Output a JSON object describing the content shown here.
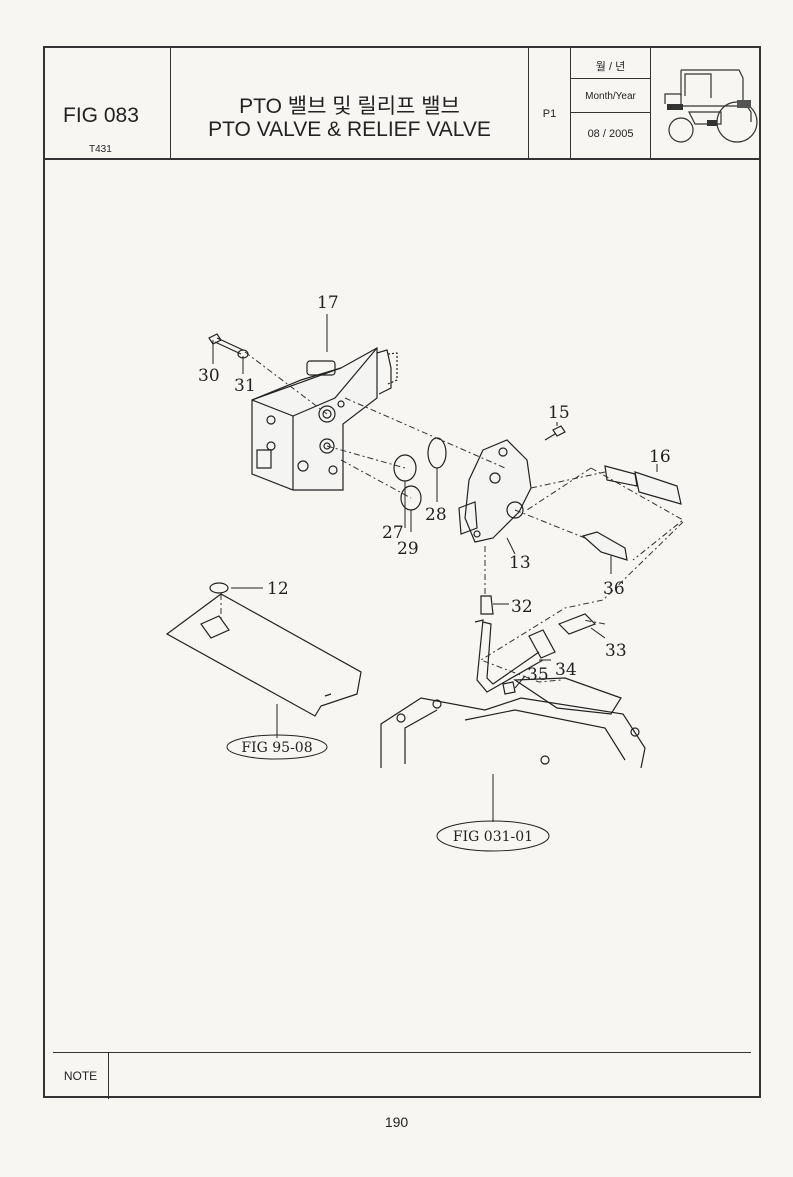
{
  "header": {
    "fig_number": "FIG 083",
    "model": "T431",
    "title_kr": "PTO 밸브 및 릴리프 밸브",
    "title_en": "PTO VALVE & RELIEF VALVE",
    "page": "P1",
    "date_label_kr": "월 / 년",
    "date_label_en": "Month/Year",
    "date_value": "08 / 2005"
  },
  "diagram": {
    "callouts": {
      "c17": "17",
      "c30": "30",
      "c31": "31",
      "c15": "15",
      "c16": "16",
      "c28": "28",
      "c27": "27",
      "c29": "29",
      "c13": "13",
      "c36": "36",
      "c12": "12",
      "c32": "32",
      "c33": "33",
      "c35": "35",
      "c34": "34"
    },
    "references": {
      "ref_left": "FIG 95-08",
      "ref_bottom": "FIG 031-01"
    }
  },
  "footer": {
    "note_label": "NOTE",
    "page_number": "190"
  }
}
